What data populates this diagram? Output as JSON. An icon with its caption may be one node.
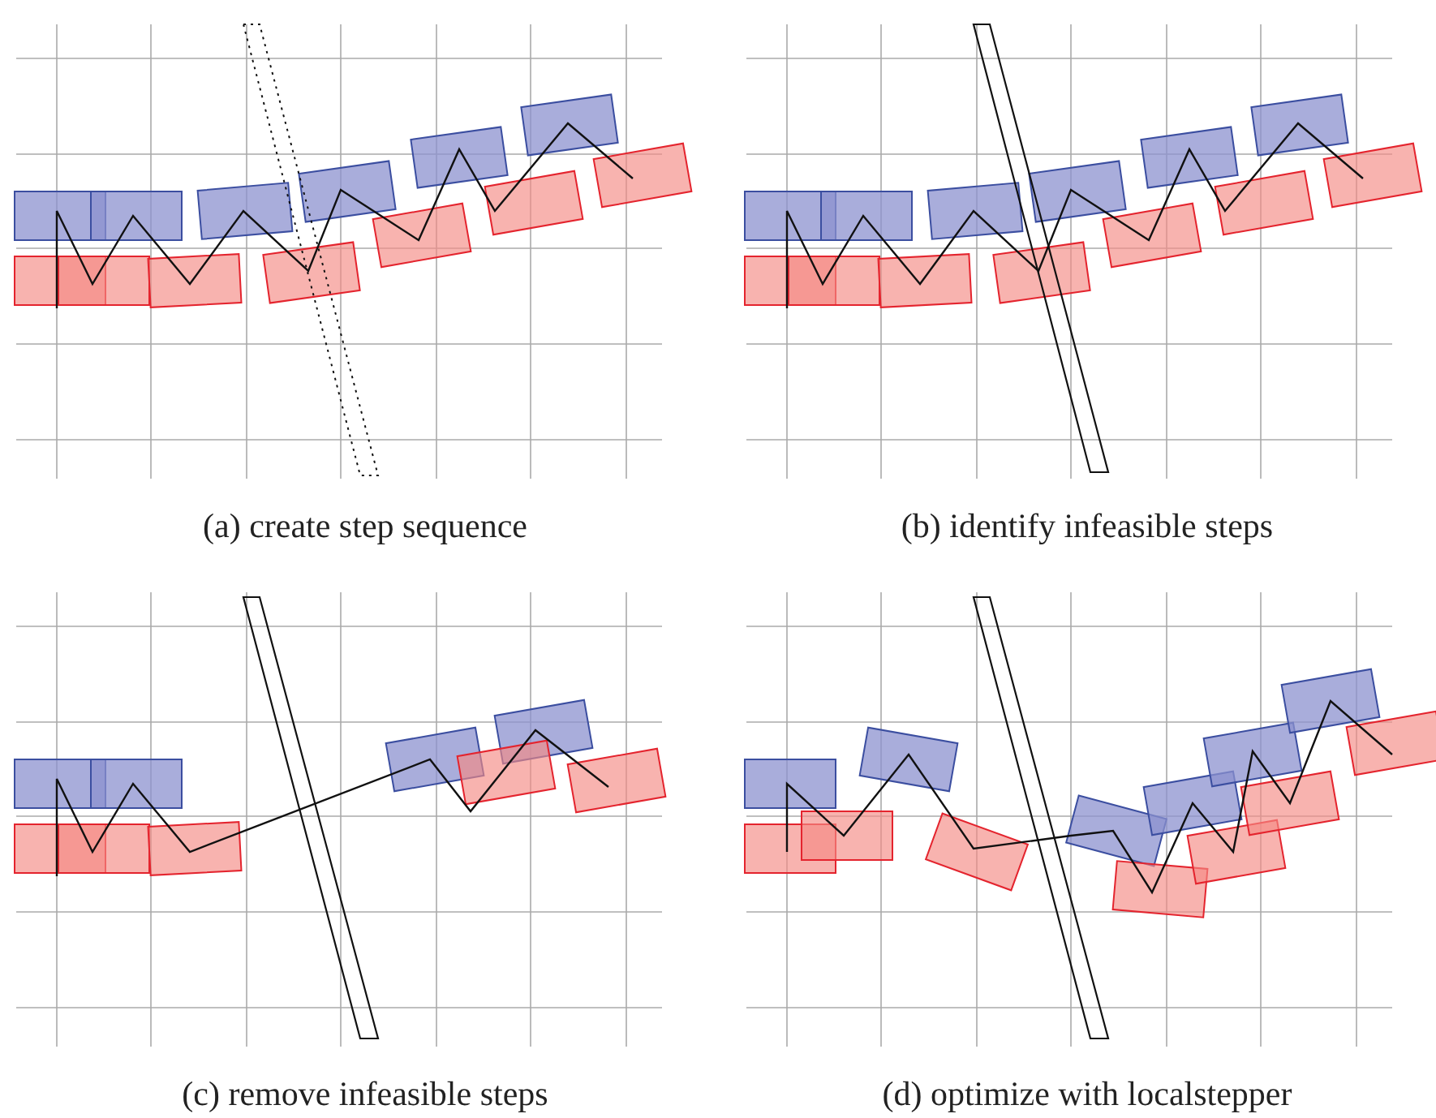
{
  "diagram": {
    "labels": [
      "(a) create step sequence",
      "(b) identify infeasible steps",
      "(c) remove infeasible steps",
      "(d) optimize with localstepper"
    ]
  }
}
